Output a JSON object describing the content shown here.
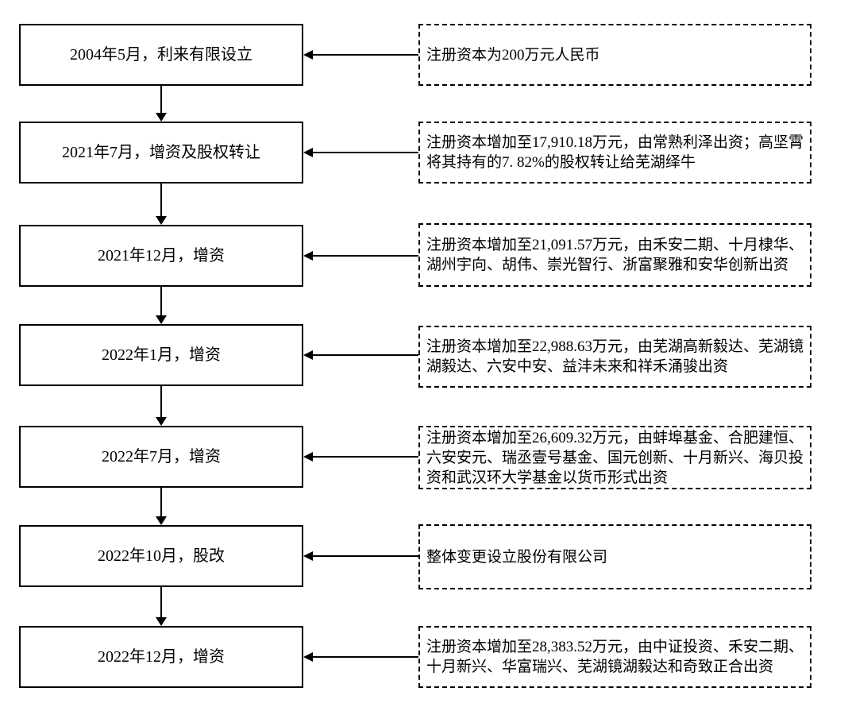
{
  "diagram": {
    "type": "flowchart-timeline",
    "colors": {
      "background": "#ffffff",
      "border": "#000000",
      "text": "#000000"
    },
    "rows": [
      {
        "event": "2004年5月，利来有限设立",
        "detail": "注册资本为200万元人民币"
      },
      {
        "event": "2021年7月，增资及股权转让",
        "detail": "注册资本增加至17,910.18万元，由常熟利泽出资；高坚霄将其持有的7. 82%的股权转让给芜湖绎牛"
      },
      {
        "event": "2021年12月，增资",
        "detail": "注册资本增加至21,091.57万元，由禾安二期、十月棣华、湖州宇向、胡伟、崇光智行、浙富聚雅和安华创新出资"
      },
      {
        "event": "2022年1月，增资",
        "detail": "注册资本增加至22,988.63万元，由芜湖高新毅达、芜湖镜湖毅达、六安中安、益沣未来和祥禾涌骏出资"
      },
      {
        "event": "2022年7月，增资",
        "detail": "注册资本增加至26,609.32万元，由蚌埠基金、合肥建恒、六安安元、瑞丞壹号基金、国元创新、十月新兴、海贝投资和武汉环大学基金以货币形式出资"
      },
      {
        "event": "2022年10月，股改",
        "detail": "整体变更设立股份有限公司"
      },
      {
        "event": "2022年12月，增资",
        "detail": "注册资本增加至28,383.52万元，由中证投资、禾安二期、十月新兴、华富瑞兴、芜湖镜湖毅达和奇致正合出资"
      }
    ]
  }
}
